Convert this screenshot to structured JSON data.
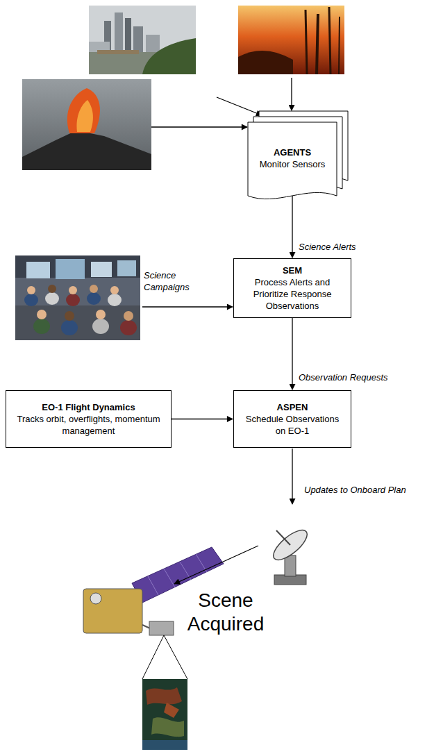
{
  "diagram": {
    "nodes": [
      {
        "text": [
          "AGENTS",
          "Monitor Sensors"
        ]
      },
      {
        "text": [
          "SEM",
          "Process Alerts and Prioritize Response Observations"
        ]
      },
      {
        "text": [
          "EO-1 Flight Dynamics",
          "Tracks orbit, overflights, momentum management"
        ]
      },
      {
        "text": [
          "ASPEN",
          "Schedule Observations on EO-1"
        ]
      }
    ],
    "edges": [
      {
        "from": 0,
        "to": 1,
        "label": "Science Alerts",
        "arrow": "to"
      },
      {
        "from": 1,
        "to": 3,
        "label": "Observation Requests",
        "arrow": "to"
      },
      {
        "from": 2,
        "to": 3,
        "arrow": "to"
      }
    ],
    "labels": [
      "Science Campaigns",
      "Updates to Onboard Plan",
      "Scene Acquired"
    ]
  }
}
